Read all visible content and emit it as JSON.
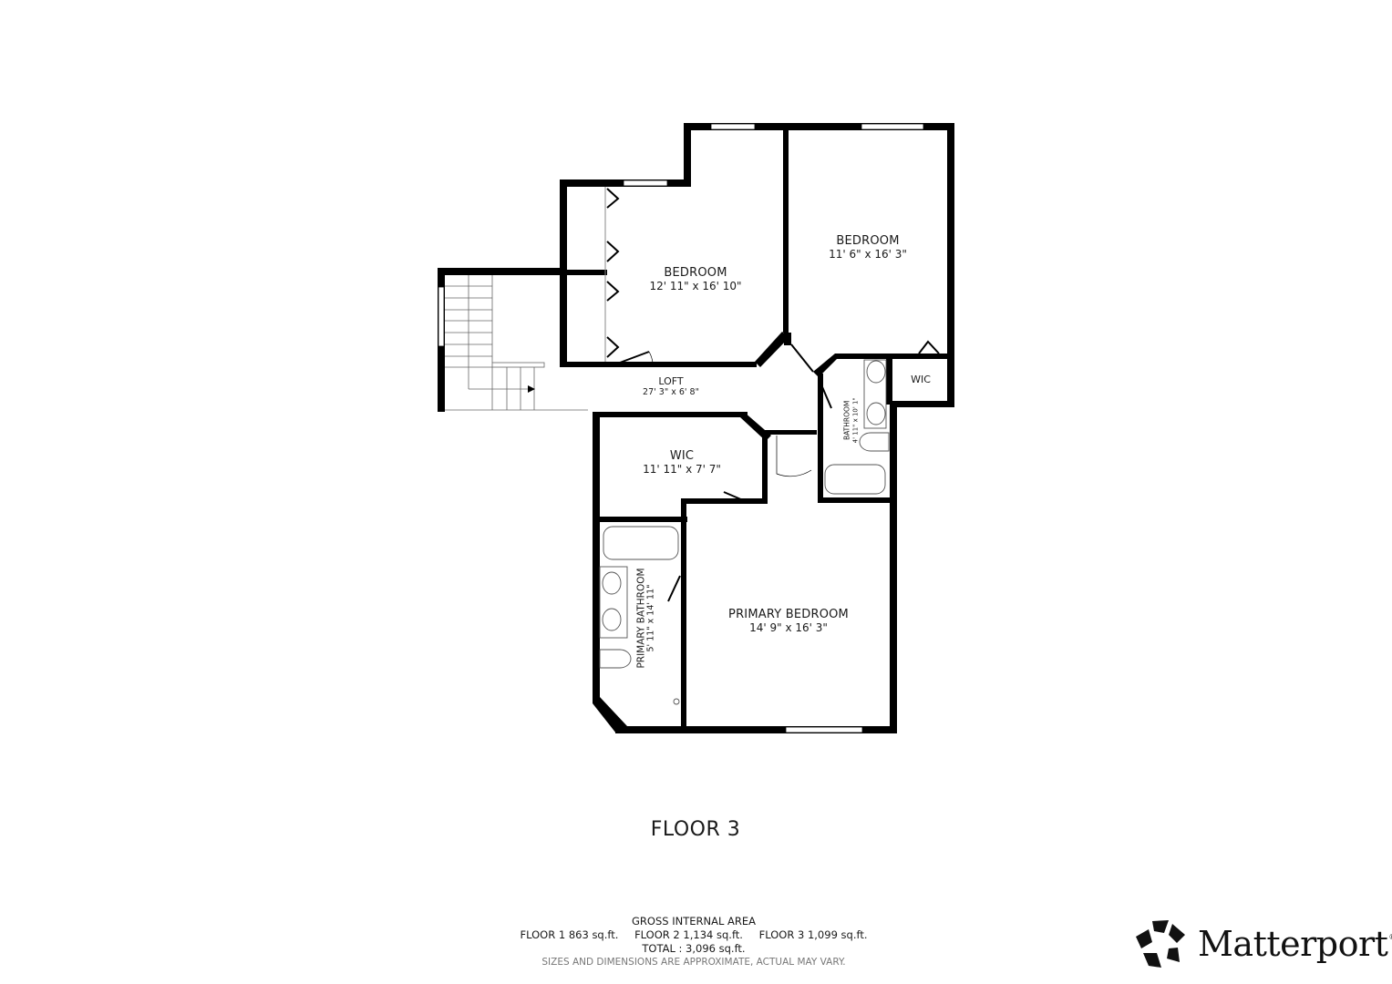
{
  "floor_title": "FLOOR 3",
  "rooms": [
    {
      "id": "bedroom-1",
      "name": "BEDROOM",
      "dimensions": "12' 11\" x 16' 10\""
    },
    {
      "id": "bedroom-2",
      "name": "BEDROOM",
      "dimensions": "11' 6\" x 16' 3\""
    },
    {
      "id": "loft",
      "name": "LOFT",
      "dimensions": "27' 3\" x 6' 8\""
    },
    {
      "id": "wic-1",
      "name": "WIC",
      "dimensions": "11' 11\" x 7' 7\""
    },
    {
      "id": "wic-2",
      "name": "WIC",
      "dimensions": ""
    },
    {
      "id": "bathroom",
      "name": "BATHROOM",
      "dimensions": "4' 11\" x 10' 1\""
    },
    {
      "id": "primary-bathroom",
      "name": "PRIMARY BATHROOM",
      "dimensions": "5' 11\" x 14' 11\""
    },
    {
      "id": "primary-bedroom",
      "name": "PRIMARY BEDROOM",
      "dimensions": "14' 9\" x 16' 3\""
    }
  ],
  "area_summary": {
    "heading": "GROSS INTERNAL AREA",
    "floors": [
      {
        "label": "FLOOR 1",
        "value": "863 sq.ft."
      },
      {
        "label": "FLOOR 2",
        "value": "1,134 sq.ft."
      },
      {
        "label": "FLOOR 3",
        "value": "1,099 sq.ft."
      }
    ],
    "total_label": "TOTAL :",
    "total_value": "3,096 sq.ft.",
    "disclaimer": "SIZES AND DIMENSIONS ARE APPROXIMATE, ACTUAL MAY VARY."
  },
  "brand": {
    "name": "Matterport",
    "reg": "®",
    "icon": "matterport-pentagon-logo-icon"
  },
  "colors": {
    "wall": "#000000",
    "background": "#ffffff",
    "fixture_line": "#555555",
    "disclaimer_text": "#777777"
  }
}
